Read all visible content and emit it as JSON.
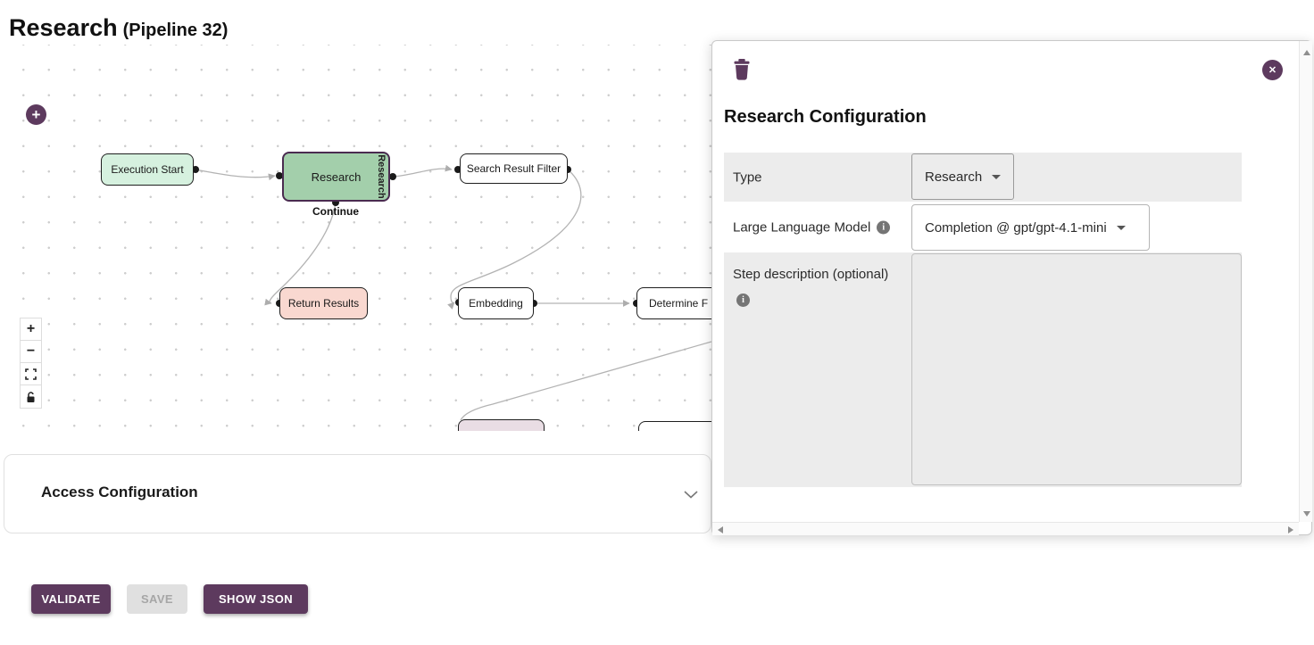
{
  "page": {
    "title": "Research",
    "subtitle": "(Pipeline 32)"
  },
  "canvas": {
    "nodes": {
      "execution_start": "Execution Start",
      "research": "Research",
      "research_output_port": "Research",
      "research_continue_port": "Continue",
      "search_result_filter": "Search Result Filter",
      "return_results": "Return Results",
      "embedding": "Embedding",
      "determine_partial": "Determine F"
    }
  },
  "access_section": {
    "title": "Access Configuration"
  },
  "action_bar": {
    "validate": "VALIDATE",
    "save": "SAVE",
    "show_json": "SHOW JSON"
  },
  "panel": {
    "title": "Research Configuration",
    "type_label": "Type",
    "type_value": "Research",
    "llm_label": "Large Language Model",
    "llm_value": "Completion @ gpt/gpt-4.1-mini",
    "desc_label": "Step description (optional)",
    "desc_value": ""
  },
  "icons": {
    "add": "+",
    "zoom_in": "+",
    "zoom_out": "−",
    "close": "✕",
    "info": "i"
  },
  "colors": {
    "accent_purple": "#5d3a5e",
    "node_selected_fill": "#a3cfab",
    "node_selected_border": "#4a2b50",
    "node_start_fill": "#d6f1df",
    "node_return_fill": "#f9d8d0",
    "node_partial_fill": "#e9dde4",
    "edge_gray": "#b3b3b3",
    "row_gray": "#ececec"
  }
}
